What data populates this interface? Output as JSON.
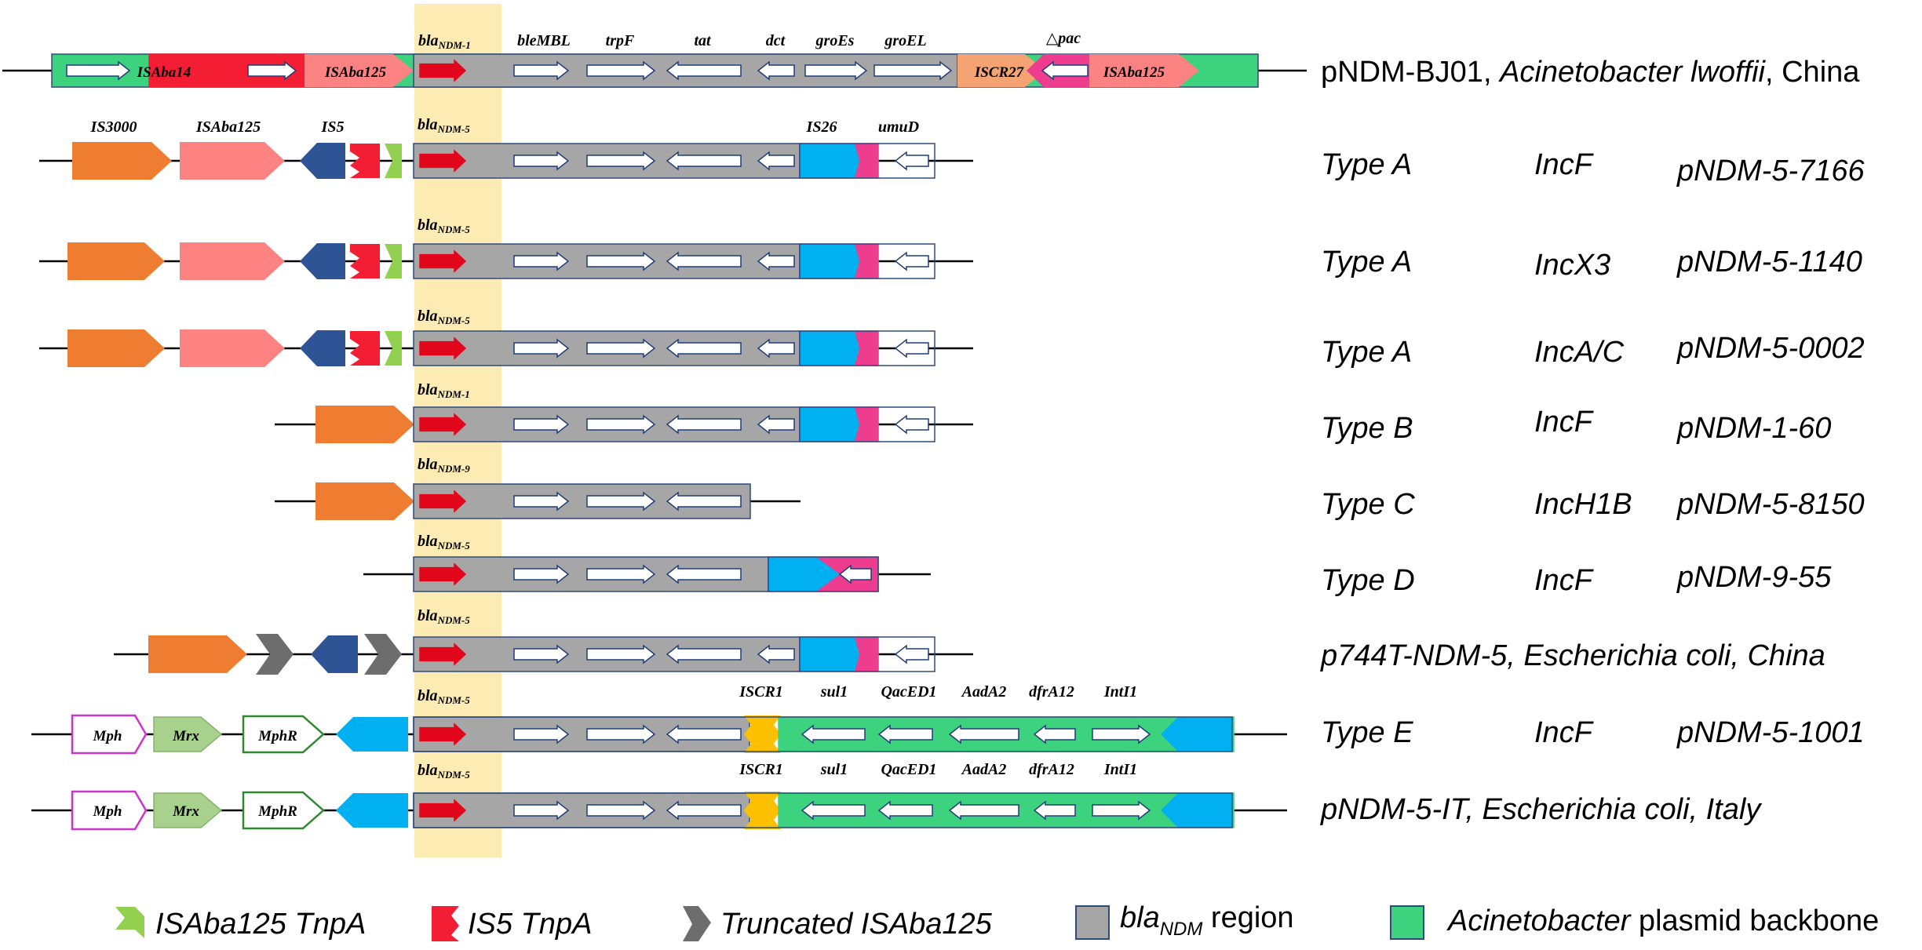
{
  "header_row": {
    "genes": [
      "bleMBL",
      "trpF",
      "tat",
      "dct",
      "groEs",
      "groEL",
      "△pac"
    ],
    "is_elements": [
      "ISAba14",
      "ISAba125",
      "ISCR27",
      "ISAba125"
    ],
    "bla": {
      "base": "bla",
      "sub": "NDM-1"
    },
    "label_parts": [
      "pNDM-BJ01, ",
      "Acinetobacter lwoffii",
      ", China"
    ]
  },
  "upstream_labels": [
    "IS3000",
    "ISAba125",
    "IS5"
  ],
  "downstream_labels": [
    "IS26",
    "umuD"
  ],
  "bla_labels": [
    {
      "base": "bla",
      "sub": "NDM-5"
    },
    {
      "base": "bla",
      "sub": "NDM-5"
    },
    {
      "base": "bla",
      "sub": "NDM-5"
    },
    {
      "base": "bla",
      "sub": "NDM-1"
    },
    {
      "base": "bla",
      "sub": "NDM-9"
    },
    {
      "base": "bla",
      "sub": "NDM-5"
    },
    {
      "base": "bla",
      "sub": "NDM-5"
    },
    {
      "base": "bla",
      "sub": "NDM-5"
    },
    {
      "base": "bla",
      "sub": "NDM-5"
    }
  ],
  "rows": [
    {
      "type": "Type A",
      "inc": "IncF",
      "plasmid": "pNDM-5-7166"
    },
    {
      "type": "Type A",
      "inc": "IncX3",
      "plasmid": "pNDM-5-1140"
    },
    {
      "type": "Type A",
      "inc": "IncA/C",
      "plasmid": "pNDM-5-0002"
    },
    {
      "type": "Type B",
      "inc": "IncF",
      "plasmid": "pNDM-1-60"
    },
    {
      "type": "Type C",
      "inc": "IncH1B",
      "plasmid": "pNDM-5-8150"
    },
    {
      "type": "Type D",
      "inc": "IncF",
      "plasmid": "pNDM-9-55"
    },
    {
      "full": "p744T-NDM-5, Escherichia coli, China"
    },
    {
      "type": "Type E",
      "inc": "IncF",
      "plasmid": "pNDM-5-1001"
    },
    {
      "full": "pNDM-5-IT,  Escherichia coli, Italy"
    }
  ],
  "type_e_genes": [
    "ISCR1",
    "sul1",
    "QacED1",
    "AadA2",
    "dfrA12",
    "IntI1"
  ],
  "type_e_upstream": [
    "Mph",
    "Mrx",
    "MphR"
  ],
  "legend": {
    "tnpA_aba": "ISAba125 TnpA",
    "tnpA_is5": "IS5 TnpA",
    "truncated": "Truncated ISAba125",
    "region_base": "bla",
    "region_sub": "NDM",
    "region_suffix": " region",
    "backbone_italic": "Acinetobacter",
    "backbone_rest": " plasmid backbone"
  },
  "colors": {
    "highlight": "#fcebb2",
    "grey": "#a6a6a6",
    "green": "#3dd27e",
    "orange": "#ee7d31",
    "pink": "#fd8282",
    "red": "#e1061b",
    "red_is": "#f41e34",
    "magenta": "#ee3c8e",
    "blue": "#2e5496",
    "cyan": "#00b0f0",
    "lime": "#92d050",
    "gold": "#fdc000",
    "darkgrey": "#6d6d6d",
    "peach": "#f5a372",
    "lightgreen": "#a9d18e",
    "arrow_stroke": "#1f3d7a"
  }
}
